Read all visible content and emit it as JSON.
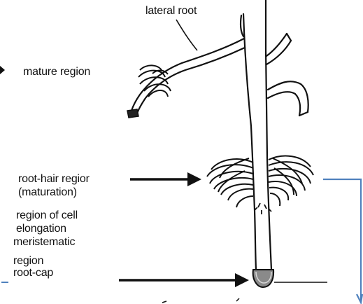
{
  "diagram": {
    "labels": {
      "lateral_root": "lateral root",
      "mature_region": "mature region",
      "root_hair_line1": "root-hair regior",
      "root_hair_line2": "(maturation)",
      "elongation_line1": "region of cell",
      "elongation_line2": "elongation",
      "meristematic_line1": "meristematic",
      "meristematic_line2": "region",
      "root_cap": "root-cap"
    },
    "colors": {
      "ink": "#111111",
      "bracket": "#4f81bd",
      "root_cap_fill": "#8a8a8a"
    }
  }
}
